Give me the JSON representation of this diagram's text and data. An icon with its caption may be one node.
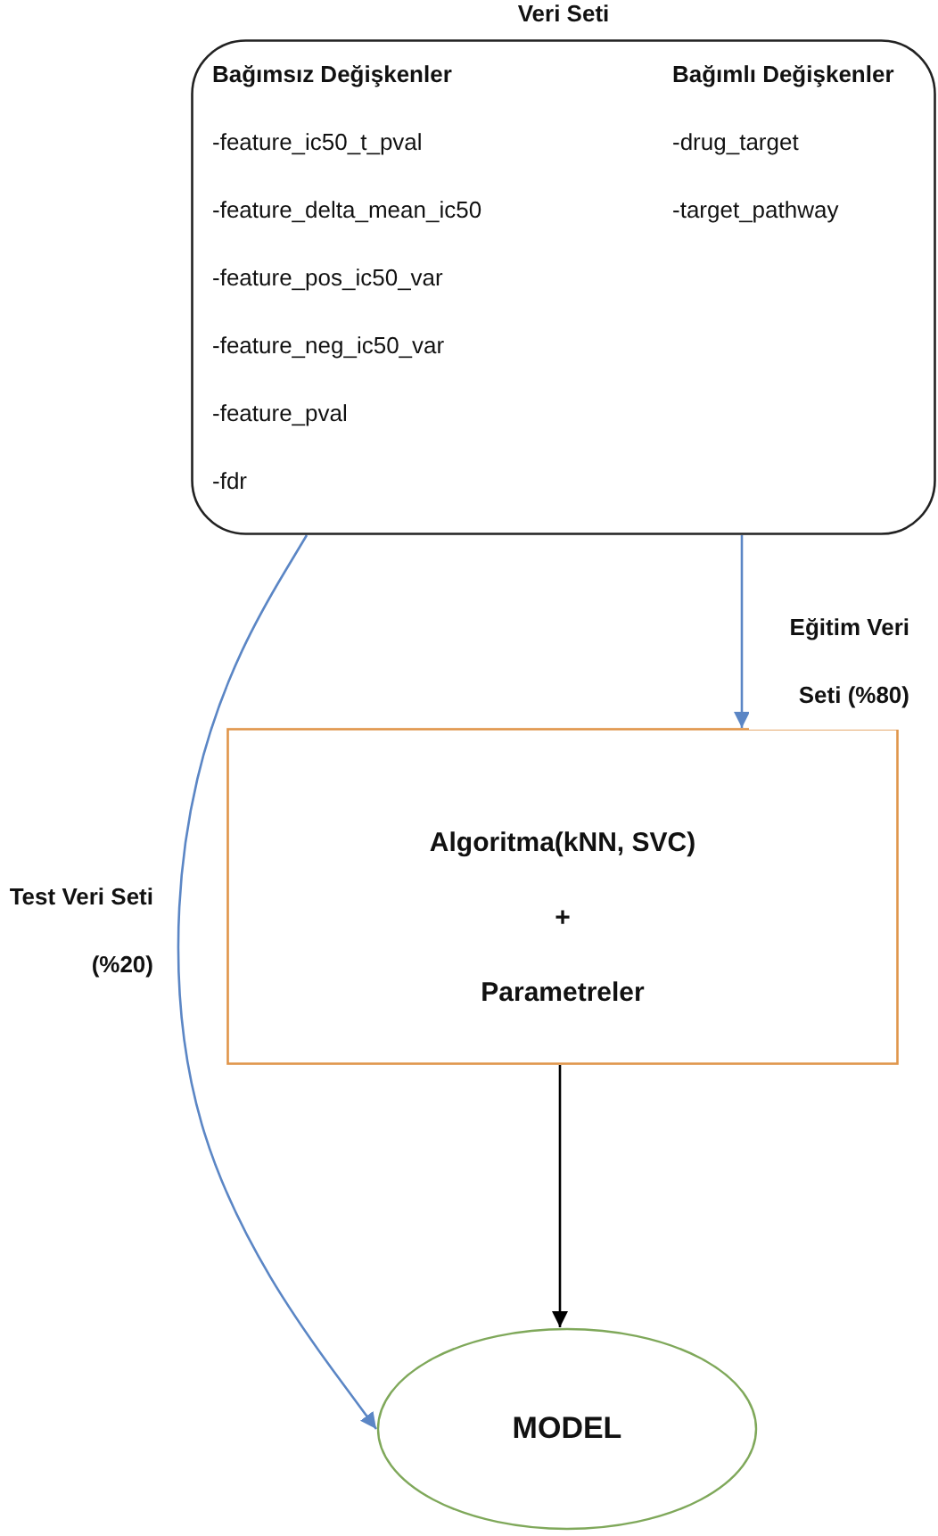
{
  "diagram": {
    "nodes": [
      {
        "text": [
          "Veri Seti",
          "Bağımsız Değişkenler",
          "Bağımlı Değişkenler",
          "-feature_ic50_t_pval",
          "-drug_target",
          "-feature_delta_mean_ic50",
          "-target_pathway",
          "-feature_pos_ic50_var",
          "-feature_neg_ic50_var",
          "-feature_pval",
          "-fdr"
        ]
      },
      {
        "text": [
          "Algoritma(kNN, SVC)",
          "+",
          "Parametreler"
        ]
      },
      {
        "text": [
          "MODEL"
        ]
      }
    ],
    "edges": [
      {
        "from": 0,
        "to": 1,
        "arrow": "to",
        "label": "Eğitim Veri Seti (%80)"
      },
      {
        "from": 0,
        "to": 2,
        "arrow": "to",
        "label": "Test Veri Seti (%20)"
      },
      {
        "from": 1,
        "to": 2,
        "arrow": "to",
        "color": "#000000"
      }
    ]
  }
}
